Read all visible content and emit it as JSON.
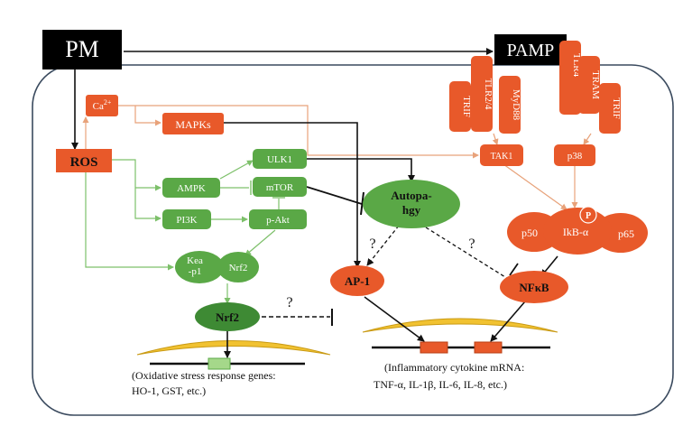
{
  "colors": {
    "orange": "#e8592a",
    "green": "#5aa846",
    "dark_green": "#3e8a34",
    "line_orange": "#e8a27a",
    "line_green": "#7dc06a",
    "membrane": "#f1c231",
    "gene_green": "#a5d88a",
    "gene_orange": "#e8592a"
  },
  "external": {
    "pm": "PM",
    "pamp": "PAMP"
  },
  "nodes": {
    "ros": "ROS",
    "ca": "Ca",
    "ca_sup": "2+",
    "mapks": "MAPKs",
    "ulk1": "ULK1",
    "ampk": "AMPK",
    "mtor": "mTOR",
    "pi3k": "PI3K",
    "pakt": "p-Akt",
    "keap1_line1": "Kea",
    "keap1_line2": "-p1",
    "nrf2_bound": "Nrf2",
    "nrf2": "Nrf2",
    "autophagy_line1": "Autopa-",
    "autophagy_line2": "hgy",
    "ap1": "AP-1",
    "nfkb": "NFκB",
    "tak1": "TAK1",
    "p38": "p38",
    "p50": "p50",
    "ikba": "IkB-α",
    "p": "P",
    "p65": "p65"
  },
  "receptors": {
    "trif_left": "TRIF",
    "tlr24": "TLR2/4",
    "myd88": "MyD88",
    "tlr4": "TLR4",
    "tram": "TRAM",
    "trif_right": "TRIF"
  },
  "question_marks": {
    "q1": "?",
    "q2": "?",
    "q3": "?"
  },
  "captions": {
    "oxidative_line1": "(Oxidative stress response genes:",
    "oxidative_line2": "HO-1, GST, etc.)",
    "inflammatory_line1": "(Inflammatory cytokine mRNA:",
    "inflammatory_line2": "TNF-α, IL-1β, IL-6, IL-8, etc.)"
  }
}
